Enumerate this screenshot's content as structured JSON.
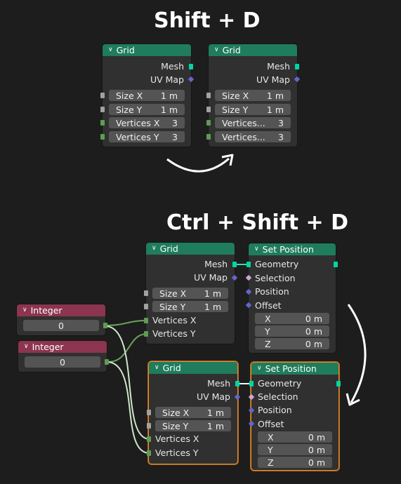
{
  "titles": {
    "top": "Shift + D",
    "bottom": "Ctrl + Shift + D"
  },
  "grid": {
    "title": "Grid",
    "mesh": "Mesh",
    "uv_map": "UV Map",
    "size_x": "Size X",
    "size_y": "Size Y",
    "size_value": "1 m",
    "vertices_x": "Vertices X",
    "vertices_y": "Vertices Y",
    "vertices_truncated": "Vertices...",
    "vertices_value": "3"
  },
  "set_position": {
    "title": "Set Position",
    "geometry": "Geometry",
    "selection": "Selection",
    "position": "Position",
    "offset": "Offset",
    "x": "X",
    "y": "Y",
    "z": "Z",
    "offset_value": "0 m"
  },
  "integer": {
    "title": "Integer",
    "value": "0"
  },
  "colors": {
    "geometry_header": "#1f7c5c",
    "input_header": "#8c3550",
    "selection_outline": "#e58a2c",
    "geometry_socket": "#00d6a3",
    "vector_socket": "#6464d2",
    "integer_socket": "#5e9c53"
  }
}
